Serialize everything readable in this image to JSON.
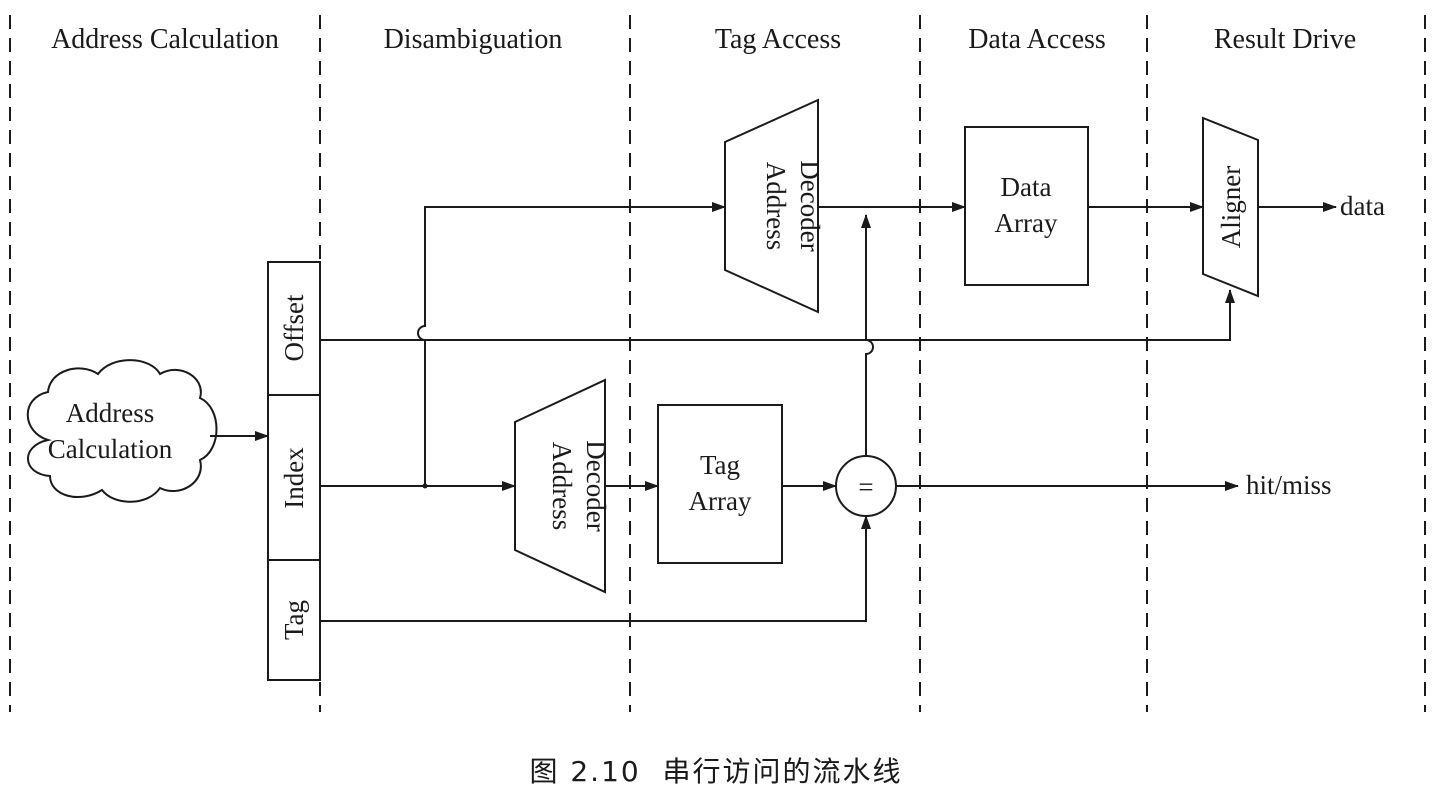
{
  "stages": [
    "Address Calculation",
    "Disambiguation",
    "Tag Access",
    "Data Access",
    "Result Drive"
  ],
  "cloud": {
    "line1": "Address",
    "line2": "Calculation"
  },
  "fields": {
    "offset": "Offset",
    "index": "Index",
    "tag": "Tag"
  },
  "decoder_upper": {
    "line1": "Address",
    "line2": "Decoder"
  },
  "decoder_lower": {
    "line1": "Address",
    "line2": "Decoder"
  },
  "data_array": {
    "line1": "Data",
    "line2": "Array"
  },
  "tag_array": {
    "line1": "Tag",
    "line2": "Array"
  },
  "comparator": {
    "symbol": "="
  },
  "aligner": {
    "label": "Aligner"
  },
  "outputs": {
    "data": "data",
    "hit_miss": "hit/miss"
  },
  "caption": "图 2.10  串行访问的流水线"
}
